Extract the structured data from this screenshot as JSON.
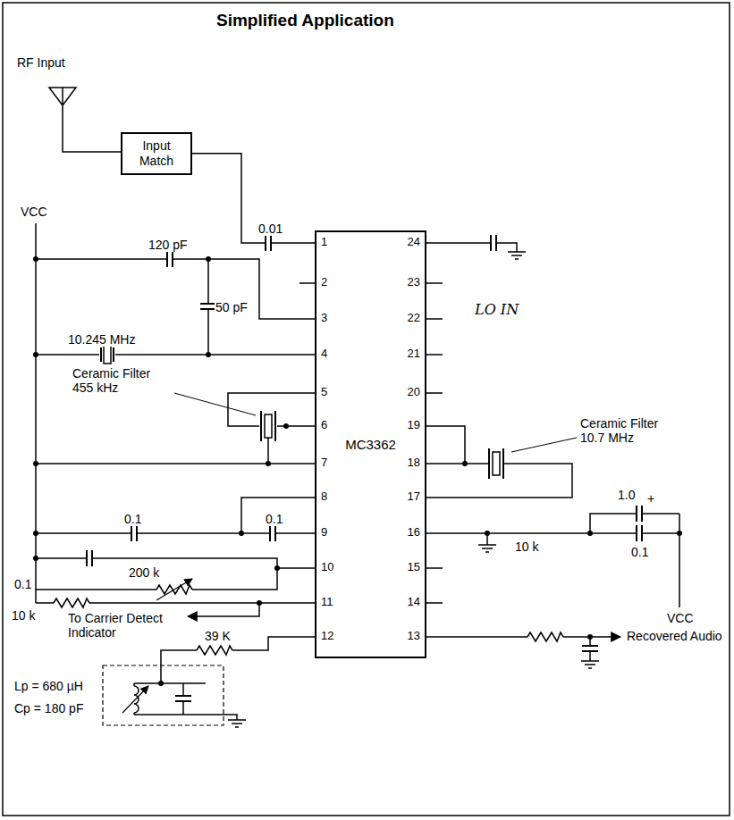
{
  "diagram": {
    "title": "Simplified Application",
    "nodes": [
      {
        "text": [
          "Input Match"
        ]
      },
      {
        "text": [
          "MC3362"
        ]
      }
    ],
    "edges": [
      {
        "from": 0,
        "to": 1,
        "arrow": "none"
      }
    ],
    "labels": [
      "RF Input",
      "0.01",
      "VCC",
      "120 pF",
      "50 pF",
      "10.245 MHz",
      "Ceramic Filter 455 kHz",
      "0.1",
      "0.1",
      "0.1",
      "200 k",
      "10 k",
      "To Carrier Detect Indicator",
      "39 K",
      "Lp = 680 µH",
      "Cp = 180 pF",
      "LO IN",
      "Ceramic Filter 10.7 MHz",
      "1.0",
      "+",
      "10 k",
      "0.1",
      "VCC",
      "Recovered Audio",
      "1",
      "2",
      "3",
      "4",
      "5",
      "6",
      "7",
      "8",
      "9",
      "10",
      "11",
      "12",
      "13",
      "14",
      "15",
      "16",
      "17",
      "18",
      "19",
      "20",
      "21",
      "22",
      "23",
      "24"
    ]
  }
}
